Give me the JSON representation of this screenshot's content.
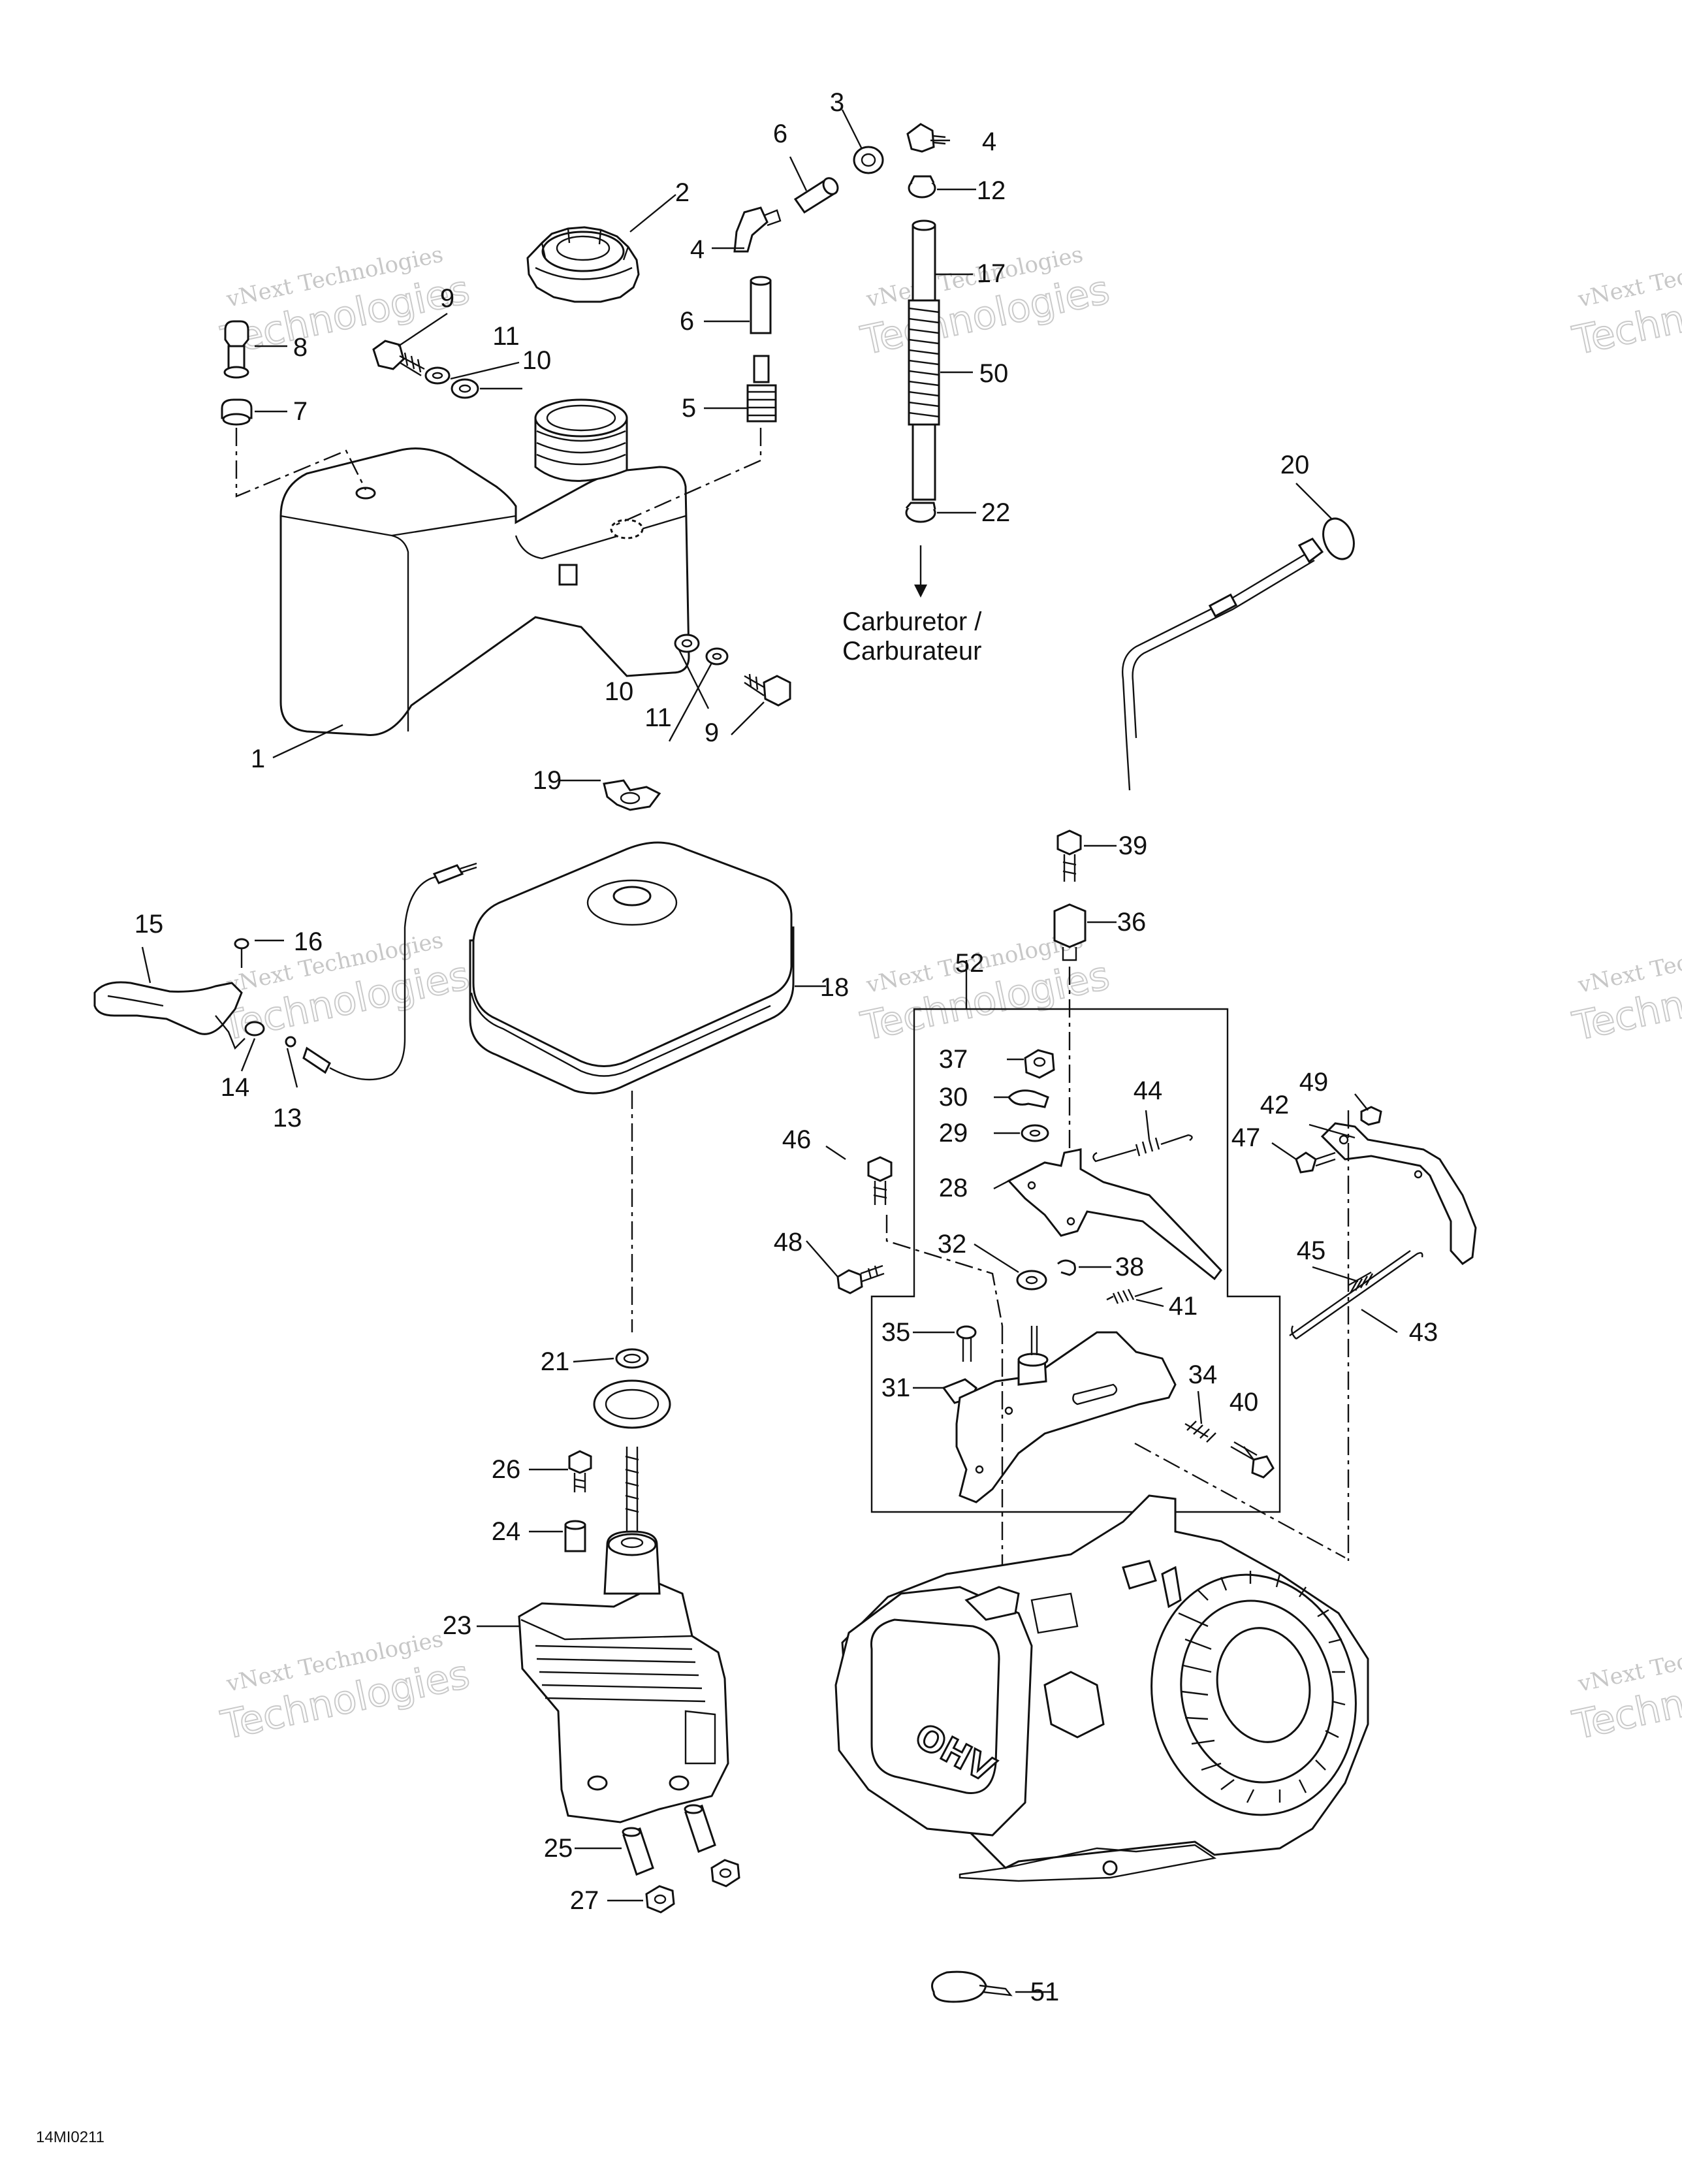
{
  "callouts": [
    {
      "id": "c1",
      "label": "1"
    },
    {
      "id": "c2",
      "label": "2"
    },
    {
      "id": "c3",
      "label": "3"
    },
    {
      "id": "c4a",
      "label": "4"
    },
    {
      "id": "c4b",
      "label": "4"
    },
    {
      "id": "c5",
      "label": "5"
    },
    {
      "id": "c6a",
      "label": "6"
    },
    {
      "id": "c6b",
      "label": "6"
    },
    {
      "id": "c7",
      "label": "7"
    },
    {
      "id": "c8",
      "label": "8"
    },
    {
      "id": "c9a",
      "label": "9"
    },
    {
      "id": "c9b",
      "label": "9"
    },
    {
      "id": "c10a",
      "label": "10"
    },
    {
      "id": "c10b",
      "label": "10"
    },
    {
      "id": "c11a",
      "label": "11"
    },
    {
      "id": "c11b",
      "label": "11"
    },
    {
      "id": "c12",
      "label": "12"
    },
    {
      "id": "c13",
      "label": "13"
    },
    {
      "id": "c14",
      "label": "14"
    },
    {
      "id": "c15",
      "label": "15"
    },
    {
      "id": "c16",
      "label": "16"
    },
    {
      "id": "c17",
      "label": "17"
    },
    {
      "id": "c18",
      "label": "18"
    },
    {
      "id": "c19",
      "label": "19"
    },
    {
      "id": "c20",
      "label": "20"
    },
    {
      "id": "c21",
      "label": "21"
    },
    {
      "id": "c22",
      "label": "22"
    },
    {
      "id": "c23",
      "label": "23"
    },
    {
      "id": "c24",
      "label": "24"
    },
    {
      "id": "c25",
      "label": "25"
    },
    {
      "id": "c26",
      "label": "26"
    },
    {
      "id": "c27",
      "label": "27"
    },
    {
      "id": "c28",
      "label": "28"
    },
    {
      "id": "c29",
      "label": "29"
    },
    {
      "id": "c30",
      "label": "30"
    },
    {
      "id": "c31",
      "label": "31"
    },
    {
      "id": "c32",
      "label": "32"
    },
    {
      "id": "c34",
      "label": "34"
    },
    {
      "id": "c35",
      "label": "35"
    },
    {
      "id": "c36",
      "label": "36"
    },
    {
      "id": "c37",
      "label": "37"
    },
    {
      "id": "c38",
      "label": "38"
    },
    {
      "id": "c39",
      "label": "39"
    },
    {
      "id": "c40",
      "label": "40"
    },
    {
      "id": "c41",
      "label": "41"
    },
    {
      "id": "c42",
      "label": "42"
    },
    {
      "id": "c43",
      "label": "43"
    },
    {
      "id": "c44",
      "label": "44"
    },
    {
      "id": "c45",
      "label": "45"
    },
    {
      "id": "c46",
      "label": "46"
    },
    {
      "id": "c47",
      "label": "47"
    },
    {
      "id": "c48",
      "label": "48"
    },
    {
      "id": "c49",
      "label": "49"
    },
    {
      "id": "c50",
      "label": "50"
    },
    {
      "id": "c51",
      "label": "51"
    },
    {
      "id": "c52",
      "label": "52"
    }
  ],
  "carburetor_note": [
    "Carburetor /",
    "Carburateur"
  ],
  "engine_badge": "OHV",
  "figure_code": "14MI0211",
  "watermark": {
    "line1": "vNext Technologies",
    "line2": "Technologies"
  }
}
